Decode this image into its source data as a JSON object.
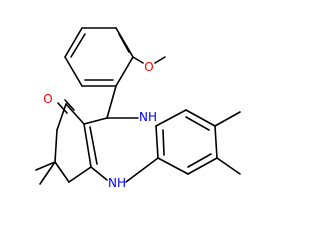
{
  "molecule": {
    "colors": {
      "bond": "#000000",
      "carbon": "#000000",
      "oxygen": "#ff0000",
      "nitrogen": "#0000ff"
    },
    "atom_labels": {
      "ketone_oxygen": "O",
      "methoxy_oxygen": "O",
      "amine_upper": "NH",
      "amine_lower": "NH"
    }
  }
}
